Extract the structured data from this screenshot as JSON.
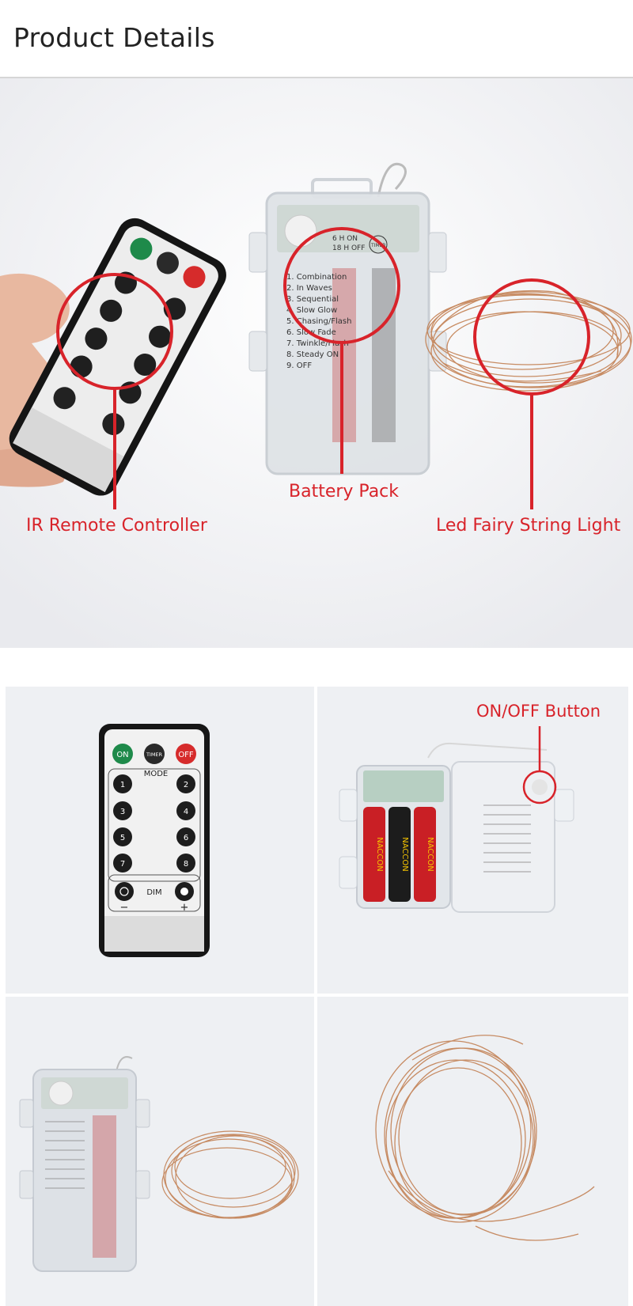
{
  "header": {
    "title": "Product Details"
  },
  "hero": {
    "callouts": {
      "remote": "IR Remote Controller",
      "battery": "Battery Pack",
      "light": "Led Fairy String Light"
    },
    "battery_modes": [
      "1. Combination",
      "2. In Waves",
      "3. Sequential",
      "4. Slow Glow",
      "5. Chasing/Flash",
      "6. Slow Fade",
      "7. Twinkle/Flash",
      "8. Steady ON",
      "9. OFF"
    ],
    "timer_label": {
      "on": "6 H  ON",
      "off": "18 H  OFF",
      "badge": "TIMER"
    }
  },
  "remote": {
    "on": "ON",
    "timer": "TIMER",
    "off": "OFF",
    "mode": "MODE",
    "dim": "DIM",
    "minus": "−",
    "plus": "+",
    "numbers": [
      "1",
      "2",
      "3",
      "4",
      "5",
      "6",
      "7",
      "8"
    ]
  },
  "battery_open": {
    "callout": "ON/OFF Button",
    "battery_brand": "NACCON"
  },
  "colors": {
    "accent_red": "#d8232a",
    "copper": "#c07a4a",
    "on_green": "#1e8a4a",
    "off_red": "#d62b2b"
  }
}
